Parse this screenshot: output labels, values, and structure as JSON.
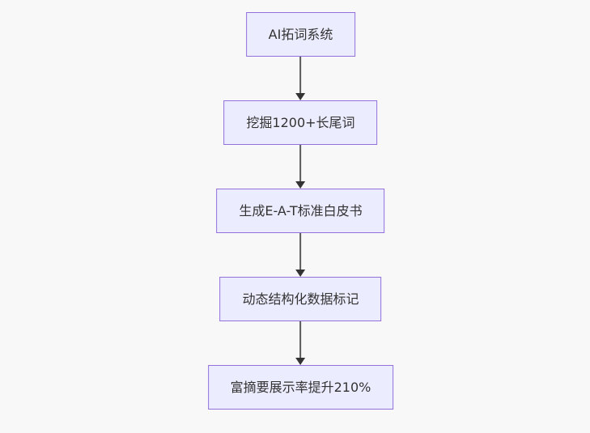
{
  "diagram": {
    "type": "flowchart-top-down",
    "colors": {
      "background": "#f8f8f8",
      "node_fill": "#ECECFF",
      "node_border": "#9370DB",
      "node_text": "#333333",
      "arrow_line": "#5b5b5b",
      "arrow_head": "#333333"
    },
    "nodes": [
      {
        "id": "n1",
        "label": "AI拓词系统"
      },
      {
        "id": "n2",
        "label": "挖掘1200+长尾词"
      },
      {
        "id": "n3",
        "label": "生成E-A-T标准白皮书"
      },
      {
        "id": "n4",
        "label": "动态结构化数据标记"
      },
      {
        "id": "n5",
        "label": "富摘要展示率提升210%"
      }
    ],
    "edges": [
      {
        "from": "n1",
        "to": "n2"
      },
      {
        "from": "n2",
        "to": "n3"
      },
      {
        "from": "n3",
        "to": "n4"
      },
      {
        "from": "n4",
        "to": "n5"
      }
    ]
  }
}
